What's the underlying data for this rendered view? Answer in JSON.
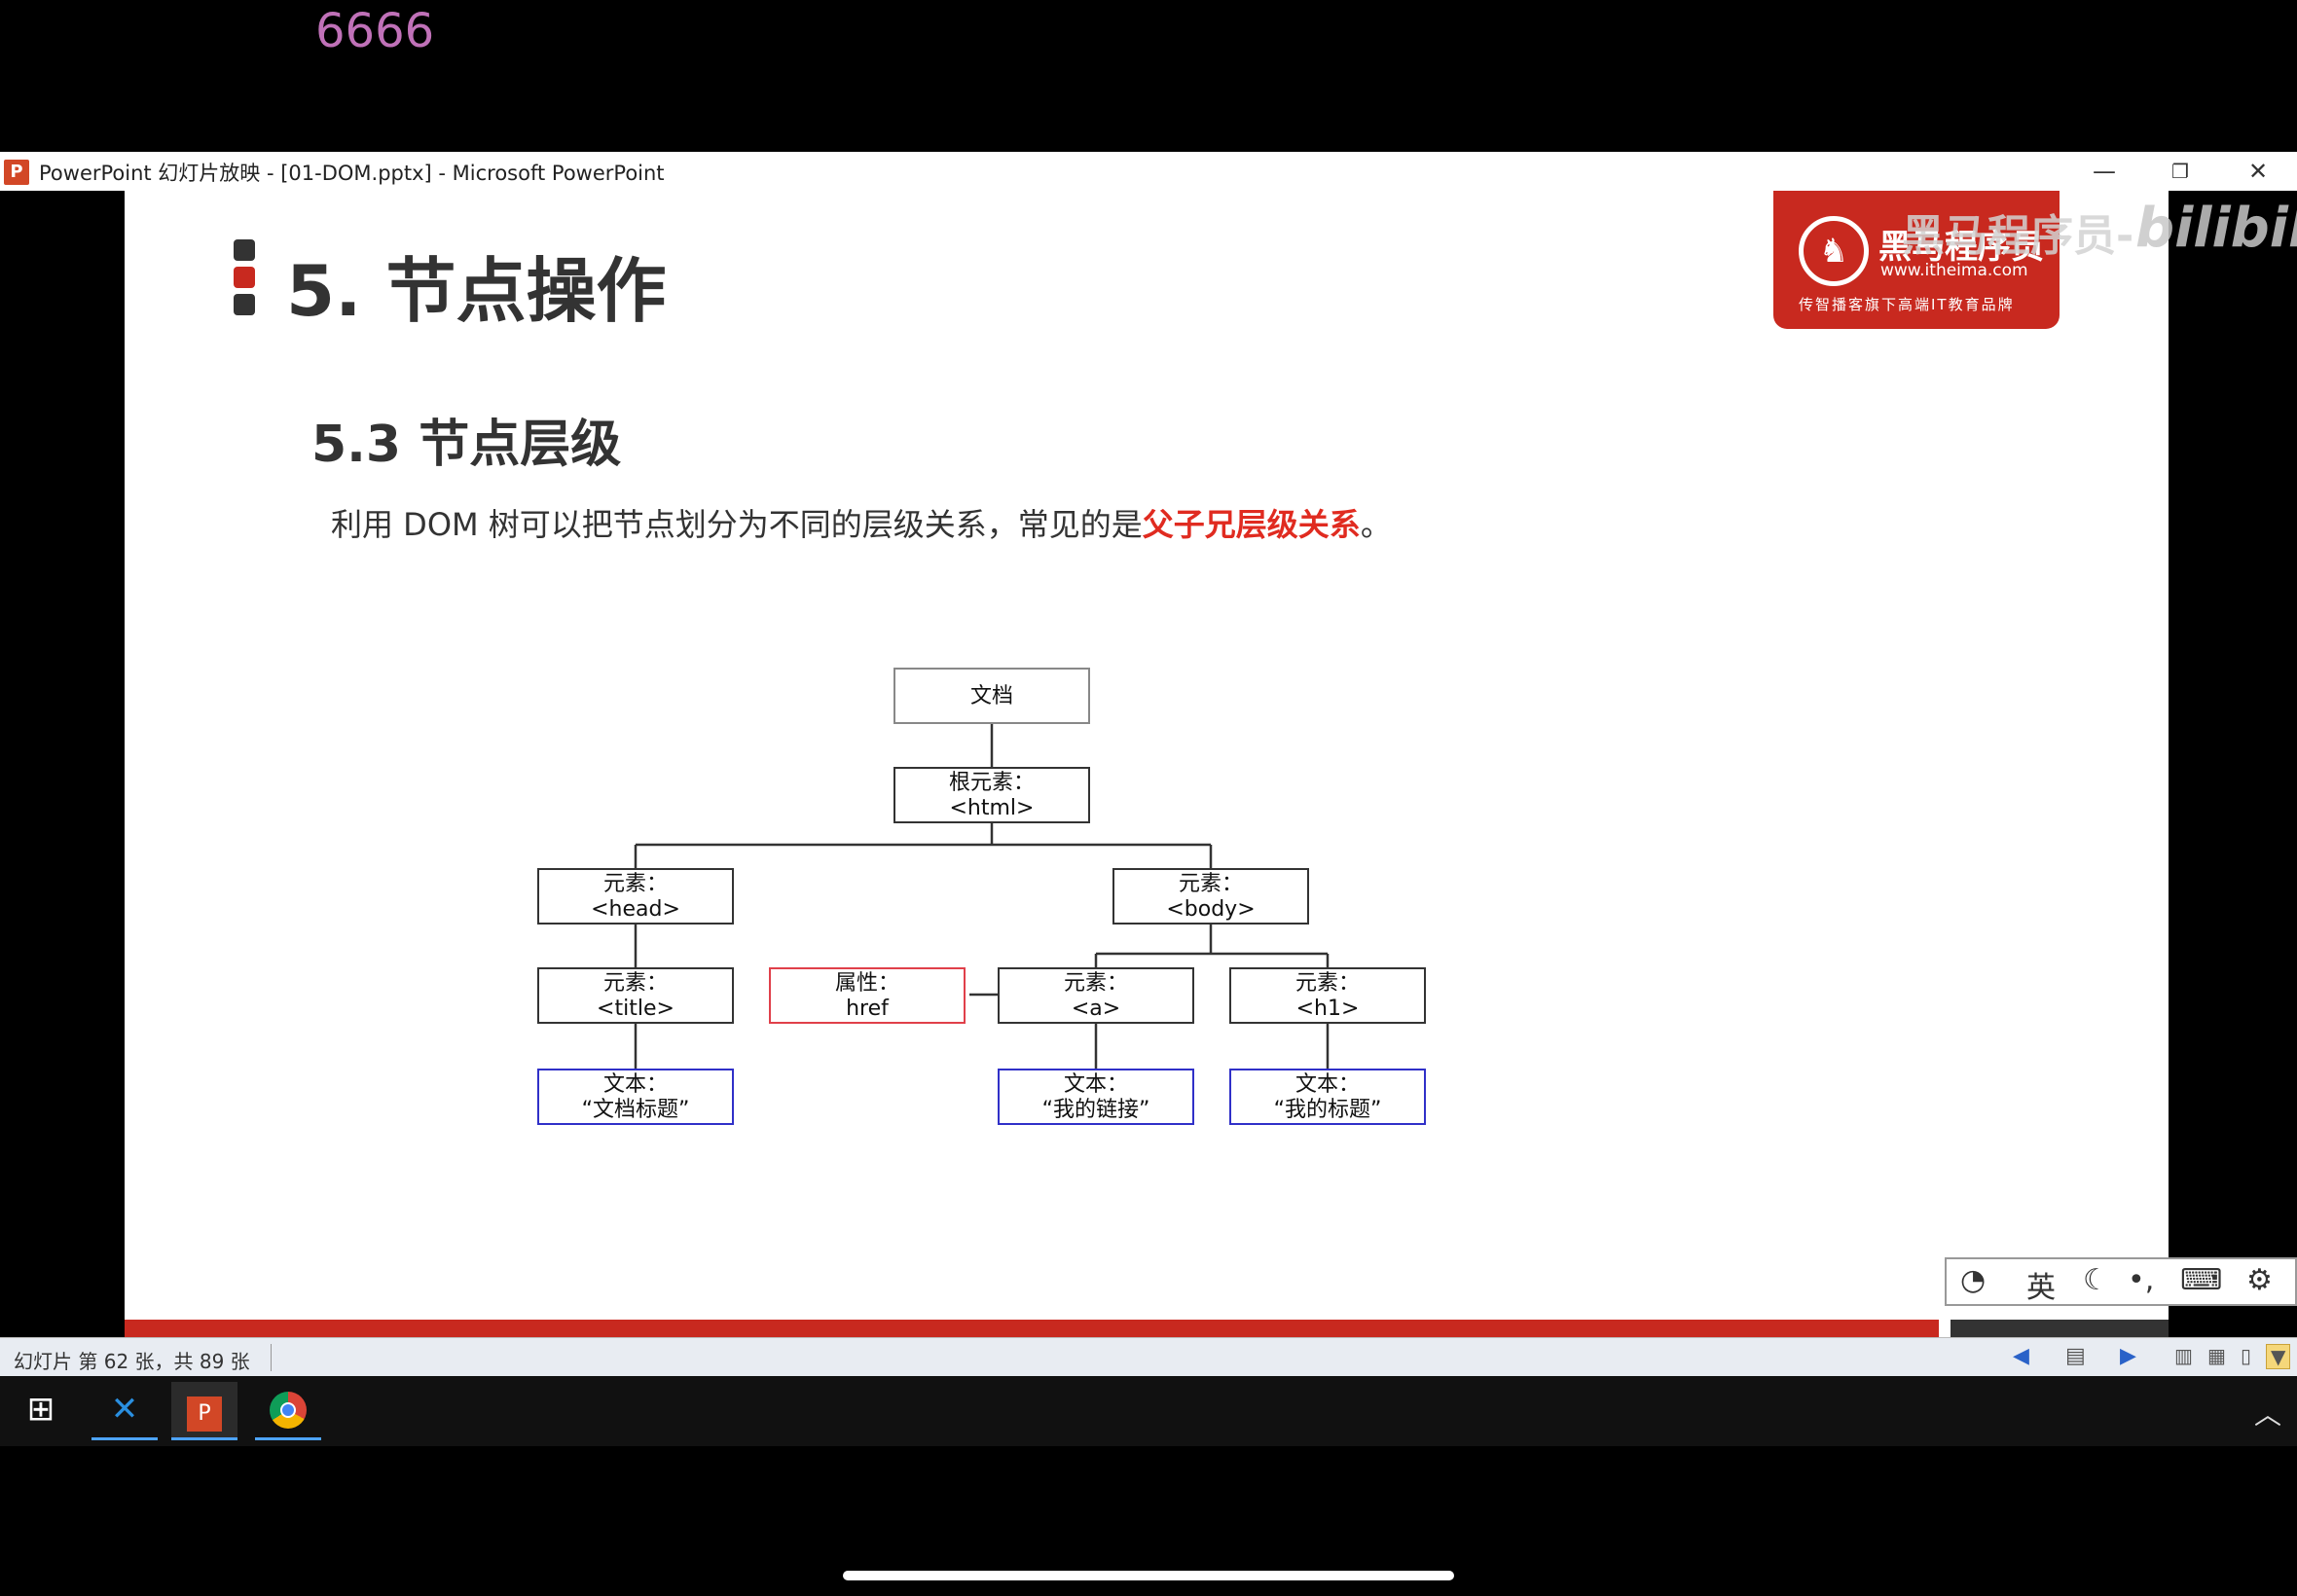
{
  "overlay": {
    "counter": "6666"
  },
  "window": {
    "app_icon": "P",
    "title": "PowerPoint 幻灯片放映 - [01-DOM.pptx] - Microsoft PowerPoint",
    "minimize": "—",
    "restore": "❐",
    "close": "✕"
  },
  "slide": {
    "heading": "5. 节点操作",
    "subheading": "5.3 节点层级",
    "desc_prefix": "利用 DOM 树可以把节点划分为不同的层级关系，常见的是",
    "desc_highlight": "父子兄层级关系",
    "desc_suffix": "。",
    "logo": {
      "brand": "黑马程序员",
      "site": "www.itheima.com",
      "tagline": "传智播客旗下高端IT教育品牌"
    },
    "watermark": "黑马程序员-",
    "bilibili": "bilibili",
    "tree": {
      "doc": "文档",
      "root_line1": "根元素：",
      "root_line2": "<html>",
      "head_line1": "元素：",
      "head_line2": "<head>",
      "body_line1": "元素：",
      "body_line2": "<body>",
      "title_line1": "元素：",
      "title_line2": "<title>",
      "attr_line1": "属性：",
      "attr_line2": "href",
      "a_line1": "元素：",
      "a_line2": "<a>",
      "h1_line1": "元素：",
      "h1_line2": "<h1>",
      "text1_line1": "文本：",
      "text1_line2": "“文档标题”",
      "text2_line1": "文本：",
      "text2_line2": "“我的链接”",
      "text3_line1": "文本：",
      "text3_line2": "“我的标题”"
    }
  },
  "ime_toolbar": {
    "mode": "英"
  },
  "statusbar": {
    "slide_info": "幻灯片 第 62 张，共 89 张"
  },
  "taskbar": {
    "items": [
      "start",
      "vscode",
      "powerpoint",
      "chrome"
    ]
  },
  "colors": {
    "accent_red": "#c8291f",
    "highlight_text": "#e02b20",
    "attr_border": "#e0404a",
    "text_border": "#3030c8"
  }
}
